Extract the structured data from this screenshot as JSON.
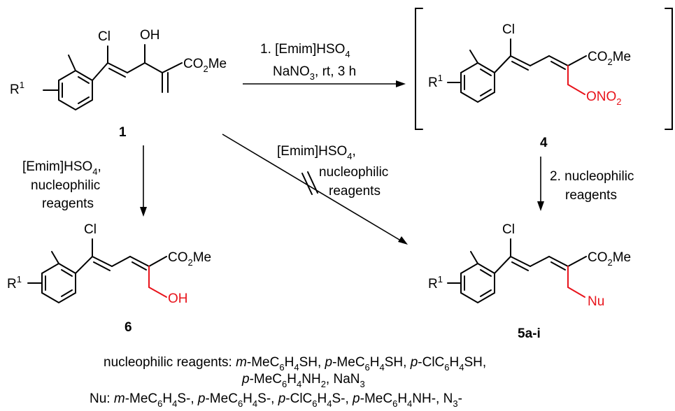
{
  "compounds": {
    "c1": {
      "number": "1",
      "substituent": "R",
      "sub_sup": "1",
      "cl": "Cl",
      "oh": "OH",
      "ester_a": "CO",
      "ester_sub": "2",
      "ester_b": "Me"
    },
    "c4": {
      "number": "4",
      "substituent": "R",
      "sub_sup": "1",
      "cl": "Cl",
      "ester_a": "CO",
      "ester_sub": "2",
      "ester_b": "Me",
      "group_a": "ONO",
      "group_sub": "2"
    },
    "c6": {
      "number": "6",
      "substituent": "R",
      "sub_sup": "1",
      "cl": "Cl",
      "ester_a": "CO",
      "ester_sub": "2",
      "ester_b": "Me",
      "group": "OH"
    },
    "c5": {
      "number": "5a-i",
      "substituent": "R",
      "sub_sup": "1",
      "cl": "Cl",
      "ester_a": "CO",
      "ester_sub": "2",
      "ester_b": "Me",
      "group": "Nu"
    }
  },
  "arrows": {
    "top": {
      "line1_a": "1. [Emim]HSO",
      "line1_sub": "4",
      "line2": "NaNO",
      "line2_sub": "3",
      "line2_b": ", rt, 3 h"
    },
    "left": {
      "line1_a": "[Emim]HSO",
      "line1_sub": "4",
      "line1_b": ",",
      "line2": "nucleophilic",
      "line3": "reagents"
    },
    "diag": {
      "line1_a": "[Emim]HSO",
      "line1_sub": "4",
      "line1_b": ",",
      "line2": "nucleophilic",
      "line3": "reagents"
    },
    "right": {
      "line1": "2. nucleophilic",
      "line2": "reagents"
    }
  },
  "footer": {
    "nr_label": "nucleophilic reagents: ",
    "nu_label": "Nu: "
  }
}
